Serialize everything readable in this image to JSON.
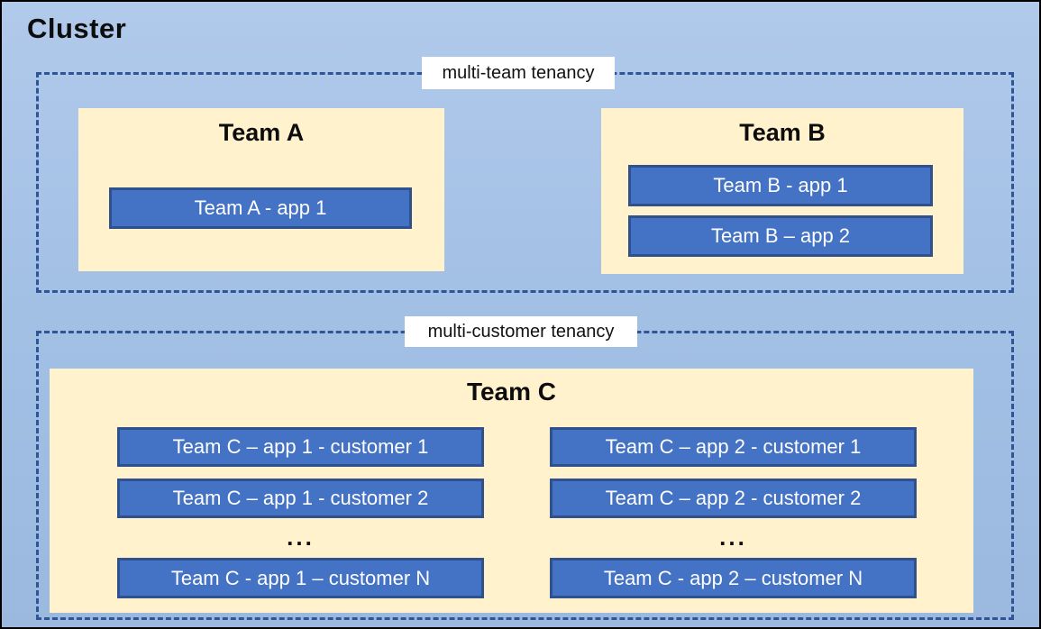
{
  "title": "Cluster",
  "colors": {
    "canvas_background_top": "#B1CAEB",
    "canvas_background_bottom": "#9BB9DF",
    "outer_border": "#000000",
    "dashed_border": "#2F5597",
    "team_box_background": "#FFF2CC",
    "app_box_background": "#4472C4",
    "app_box_border": "#2F528F",
    "app_text": "#FFFFFF",
    "heading_text": "#0D0D0D",
    "region_label_background": "#FFFFFF"
  },
  "sections": [
    {
      "label": "multi-team tenancy",
      "teams": [
        {
          "name": "Team A",
          "apps": [
            "Team A - app 1"
          ]
        },
        {
          "name": "Team B",
          "apps": [
            "Team B - app 1",
            "Team B – app 2"
          ]
        }
      ]
    },
    {
      "label": "multi-customer tenancy",
      "teams": [
        {
          "name": "Team C",
          "columns": [
            {
              "rows": [
                "Team C – app 1 - customer 1",
                "Team C – app 1 - customer 2"
              ],
              "ellipsis": "...",
              "last_row": "Team C - app 1 – customer N"
            },
            {
              "rows": [
                "Team C – app 2 - customer 1",
                "Team C – app 2 - customer 2"
              ],
              "ellipsis": "...",
              "last_row": "Team C - app 2 – customer N"
            }
          ]
        }
      ]
    }
  ]
}
